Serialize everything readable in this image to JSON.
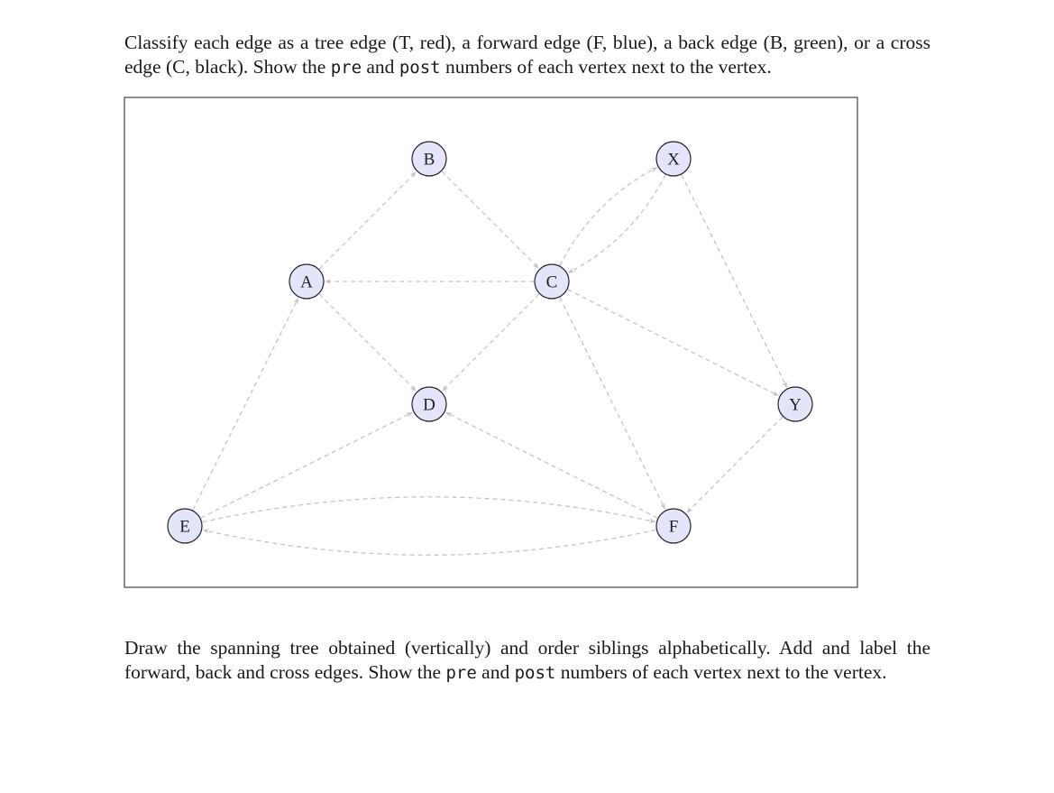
{
  "instructions": {
    "classify_parts": [
      "Classify each edge as a tree edge (T, red), a forward edge (F, blue), a back edge (B, green), or a cross edge (C, black). Show the ",
      "pre",
      " and ",
      "post",
      " numbers of each vertex next to the vertex."
    ],
    "spanning_parts": [
      "Draw the spanning tree obtained (vertically) and order siblings alphabetically. Add and label the forward, back and cross edges. Show the ",
      "pre",
      " and ",
      "post",
      " numbers of each vertex next to the vertex."
    ]
  },
  "graph": {
    "node_fill": "#e4e4fa",
    "node_stroke": "#222222",
    "edge_color": "#c4c4c4",
    "frame_stroke": "#444444",
    "nodes": [
      {
        "id": "A",
        "label": "A"
      },
      {
        "id": "B",
        "label": "B"
      },
      {
        "id": "C",
        "label": "C"
      },
      {
        "id": "X",
        "label": "X"
      },
      {
        "id": "D",
        "label": "D"
      },
      {
        "id": "Y",
        "label": "Y"
      },
      {
        "id": "E",
        "label": "E"
      },
      {
        "id": "F",
        "label": "F"
      }
    ],
    "edges": [
      {
        "from": "A",
        "to": "B"
      },
      {
        "from": "B",
        "to": "C"
      },
      {
        "from": "C",
        "to": "A"
      },
      {
        "from": "A",
        "to": "D"
      },
      {
        "from": "C",
        "to": "D"
      },
      {
        "from": "C",
        "to": "X",
        "curve": "above"
      },
      {
        "from": "X",
        "to": "C",
        "curve": "below"
      },
      {
        "from": "X",
        "to": "Y"
      },
      {
        "from": "C",
        "to": "Y"
      },
      {
        "from": "C",
        "to": "F"
      },
      {
        "from": "Y",
        "to": "F"
      },
      {
        "from": "F",
        "to": "D"
      },
      {
        "from": "E",
        "to": "A"
      },
      {
        "from": "E",
        "to": "D"
      },
      {
        "from": "E",
        "to": "F",
        "curve": "above"
      },
      {
        "from": "F",
        "to": "E",
        "curve": "below"
      }
    ]
  }
}
